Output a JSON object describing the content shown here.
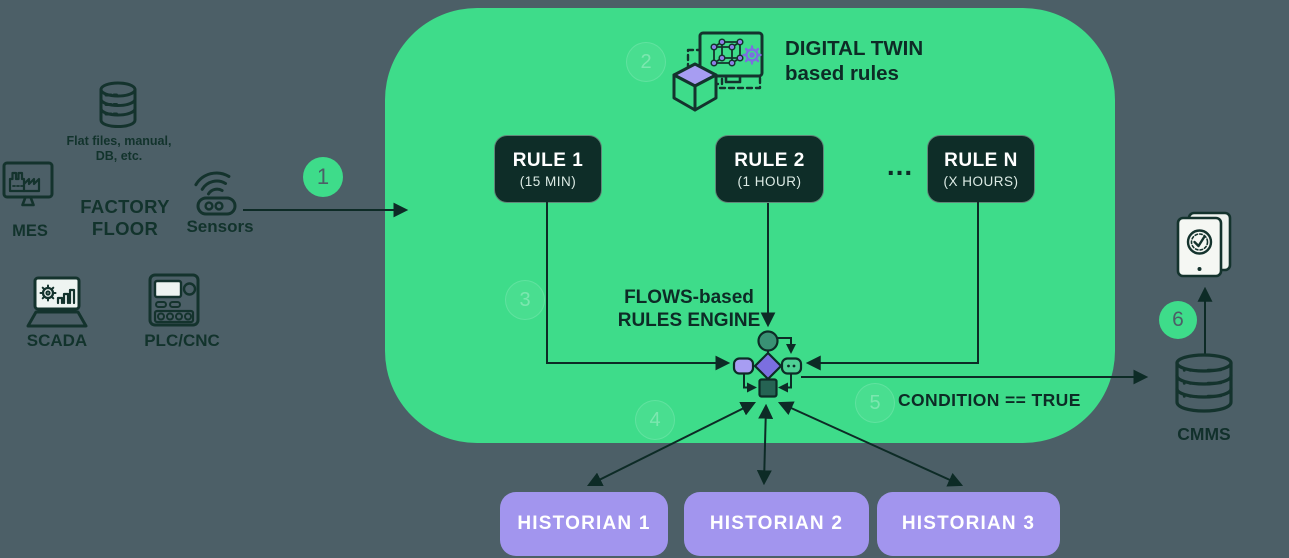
{
  "factory": {
    "db_label_line1": "Flat files, manual,",
    "db_label_line2": "DB, etc.",
    "mes_label": "MES",
    "floor_label_line1": "FACTORY",
    "floor_label_line2": "FLOOR",
    "sensors_label": "Sensors",
    "scada_label": "SCADA",
    "plc_label": "PLC/CNC"
  },
  "badges": {
    "b1": "1",
    "b2": "2",
    "b3": "3",
    "b4": "4",
    "b5": "5",
    "b6": "6"
  },
  "digital_twin": {
    "title_line1": "DIGITAL TWIN",
    "title_line2": "based rules"
  },
  "rules": [
    {
      "name": "RULE 1",
      "period": "(15 MIN)"
    },
    {
      "name": "RULE 2",
      "period": "(1 HOUR)"
    },
    {
      "name": "RULE N",
      "period": "(X HOURS)"
    }
  ],
  "rules_ellipsis": "...",
  "engine": {
    "label_line1": "FLOWS-based",
    "label_line2": "RULES ENGINE"
  },
  "condition_label": "CONDITION == TRUE",
  "historians": [
    {
      "label": "HISTORIAN 1"
    },
    {
      "label": "HISTORIAN 2"
    },
    {
      "label": "HISTORIAN 3"
    }
  ],
  "cmms_label": "CMMS",
  "colors": {
    "background": "#4c5f67",
    "panel_green": "#3edc8a",
    "dark_ink": "#0d2b26",
    "rule_box": "#0e2d28",
    "historian_purple": "#a295ee",
    "flow_purple": "#7b6fe0",
    "flow_pill_purple": "#a79df2",
    "flow_pill_green": "#4ed095",
    "flow_circle_green": "#399174"
  }
}
